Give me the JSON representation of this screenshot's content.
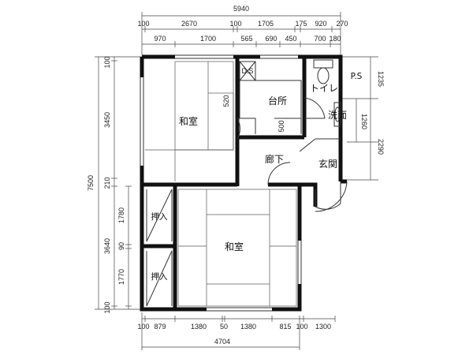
{
  "dimensions": {
    "top_total": "5940",
    "top_row1": [
      "100",
      "2670",
      "100",
      "1705",
      "175",
      "920",
      "270"
    ],
    "top_row2": [
      "970",
      "1700",
      "565",
      "690",
      "450",
      "700",
      "180"
    ],
    "left_total": "7500",
    "left_row1": [
      "100",
      "3450",
      "210",
      "3640",
      "100"
    ],
    "left_row2": [
      "1780",
      "90",
      "1770"
    ],
    "right": [
      "1235",
      "1260",
      "2290"
    ],
    "bottom_row1": [
      "100",
      "879",
      "1380",
      "50",
      "1380",
      "815",
      "100",
      "1300"
    ],
    "bottom_total": "4704",
    "inner": [
      "520",
      "500"
    ]
  },
  "rooms": {
    "washitsu_upper": "和室",
    "washitsu_lower": "和室",
    "kitchen": "台所",
    "toilet": "トイレ",
    "wash": "洗面",
    "hallway": "廊下",
    "entrance": "玄関",
    "closet_upper": "押入",
    "closet_lower": "押入",
    "ds": "D.S",
    "ps": "P.S"
  }
}
